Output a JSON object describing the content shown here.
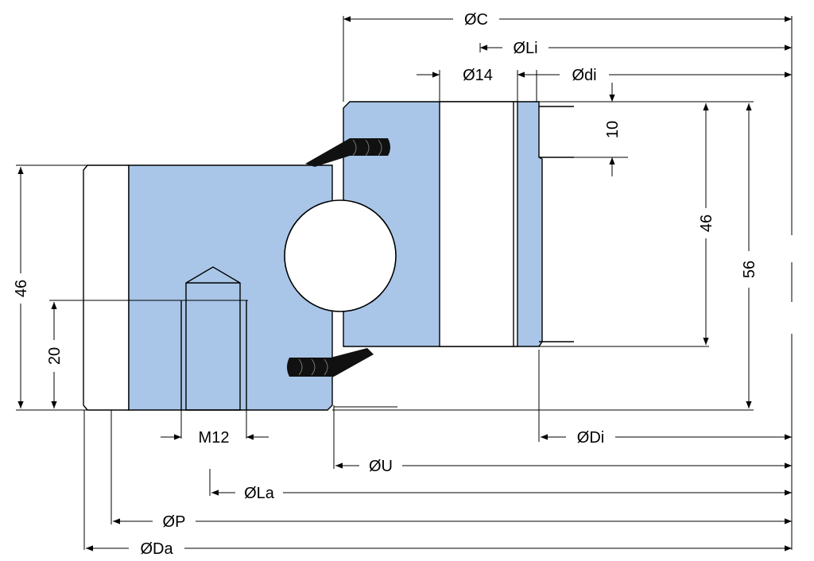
{
  "colors": {
    "ring_fill": "#a9c6e8",
    "line": "#000000",
    "background": "#ffffff"
  },
  "labels": {
    "dim_C": "ØC",
    "dim_Li": "ØLi",
    "dim_14": "Ø14",
    "dim_di": "Ødi",
    "dim_10": "10",
    "dim_46_right": "46",
    "dim_56": "56",
    "dim_46_left": "46",
    "dim_20": "20",
    "dim_M12": "M12",
    "dim_Di": "ØDi",
    "dim_U": "ØU",
    "dim_La": "ØLa",
    "dim_P": "ØP",
    "dim_Da": "ØDa"
  }
}
